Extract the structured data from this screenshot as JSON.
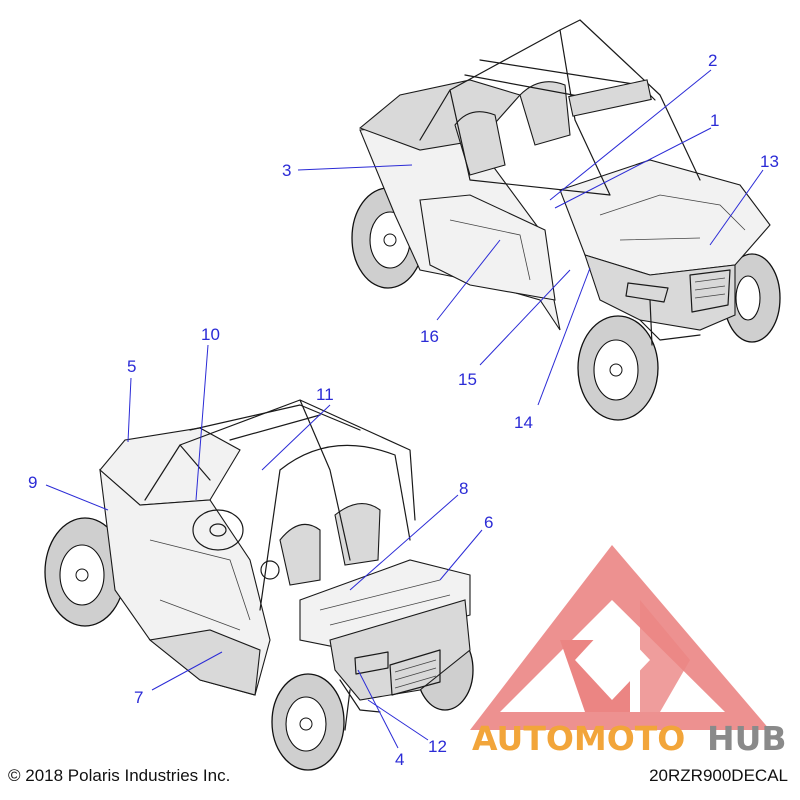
{
  "callouts": {
    "c1": "1",
    "c2": "2",
    "c3": "3",
    "c4": "4",
    "c5": "5",
    "c6": "6",
    "c7": "7",
    "c8": "8",
    "c9": "9",
    "c10": "10",
    "c11": "11",
    "c12": "12",
    "c13": "13",
    "c14": "14",
    "c15": "15",
    "c16": "16"
  },
  "footer": {
    "copyright": "© 2018 Polaris Industries Inc.",
    "diagram_code": "20RZR900DECAL"
  },
  "watermark": {
    "text_orange": "AUTOMOTO",
    "text_gray": "HUB",
    "colors": {
      "logo_red": "#e8706e",
      "orange": "#f2a53a",
      "gray": "#8a8a8a"
    }
  },
  "colors": {
    "callout_blue": "#2b2bd6",
    "line_art": "#1a1a1a"
  }
}
